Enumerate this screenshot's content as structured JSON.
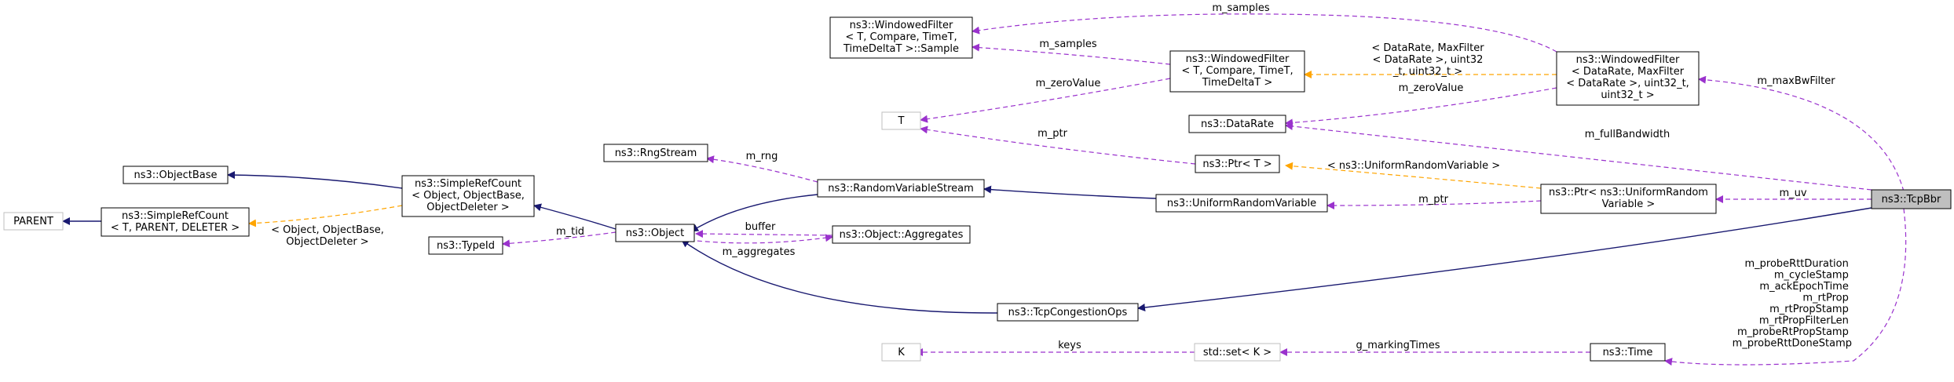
{
  "colors": {
    "inheritance": "#191970",
    "usage": "#9a32cd",
    "template": "#ffa500",
    "node_border": "#000000",
    "undocumented_border": "#bfbfbf",
    "focus_fill": "#bfbfbf"
  },
  "nodes": {
    "parent": [
      "PARENT"
    ],
    "simple_ref_count_template": [
      "ns3::SimpleRefCount",
      "< T, PARENT, DELETER >"
    ],
    "object_base": [
      "ns3::ObjectBase"
    ],
    "simple_ref_count": [
      "ns3::SimpleRefCount",
      "< Object, ObjectBase,",
      "ObjectDeleter >"
    ],
    "type_id": [
      "ns3::TypeId"
    ],
    "object": [
      "ns3::Object"
    ],
    "rng_stream": [
      "ns3::RngStream"
    ],
    "random_variable_stream": [
      "ns3::RandomVariableStream"
    ],
    "object_aggregates": [
      "ns3::Object::Aggregates"
    ],
    "tcp_congestion_ops": [
      "ns3::TcpCongestionOps"
    ],
    "windowed_filter_sample": [
      "ns3::WindowedFilter",
      "< T, Compare, TimeT,",
      "TimeDeltaT >::Sample"
    ],
    "t_param": [
      "T"
    ],
    "windowed_filter": [
      "ns3::WindowedFilter",
      "< T, Compare, TimeT,",
      "TimeDeltaT >"
    ],
    "data_rate": [
      "ns3::DataRate"
    ],
    "ptr_t": [
      "ns3::Ptr< T >"
    ],
    "uniform_random_variable": [
      "ns3::UniformRandomVariable"
    ],
    "windowed_filter_datarate": [
      "ns3::WindowedFilter",
      "< DataRate, MaxFilter",
      "< DataRate >, uint32_t,",
      "uint32_t >"
    ],
    "ptr_uniform": [
      "ns3::Ptr< ns3::UniformRandom",
      "Variable >"
    ],
    "tcp_bbr": [
      "ns3::TcpBbr"
    ],
    "k_param": [
      "K"
    ],
    "std_set": [
      "std::set< K >"
    ],
    "time": [
      "ns3::Time"
    ]
  },
  "edge_labels": {
    "simple_ref_count_args": [
      "< Object, ObjectBase,",
      "ObjectDeleter >"
    ],
    "m_tid": [
      "m_tid"
    ],
    "m_rng": [
      "m_rng"
    ],
    "buffer": [
      "buffer"
    ],
    "m_aggregates": [
      "m_aggregates"
    ],
    "m_samples_top": [
      "m_samples"
    ],
    "m_samples_mid": [
      "m_samples"
    ],
    "m_zero_value_t": [
      "m_zeroValue"
    ],
    "m_ptr_t": [
      "m_ptr"
    ],
    "datarate_args": [
      "< DataRate, MaxFilter",
      "< DataRate >, uint32",
      "_t, uint32_t >"
    ],
    "m_zero_value_datarate": [
      "m_zeroValue"
    ],
    "uniform_args": [
      "< ns3::UniformRandomVariable >"
    ],
    "m_ptr_uniform": [
      "m_ptr"
    ],
    "m_max_bw_filter": [
      "m_maxBwFilter"
    ],
    "m_full_bandwidth": [
      "m_fullBandwidth"
    ],
    "m_uv": [
      "m_uv"
    ],
    "keys": [
      "keys"
    ],
    "g_marking_times": [
      "g_markingTimes"
    ],
    "time_members": [
      "m_probeRttDuration",
      "m_cycleStamp",
      "m_ackEpochTime",
      "m_rtProp",
      "m_rtPropStamp",
      "m_rtPropFilterLen",
      "m_probeRtPropStamp",
      "m_probeRttDoneStamp"
    ]
  }
}
